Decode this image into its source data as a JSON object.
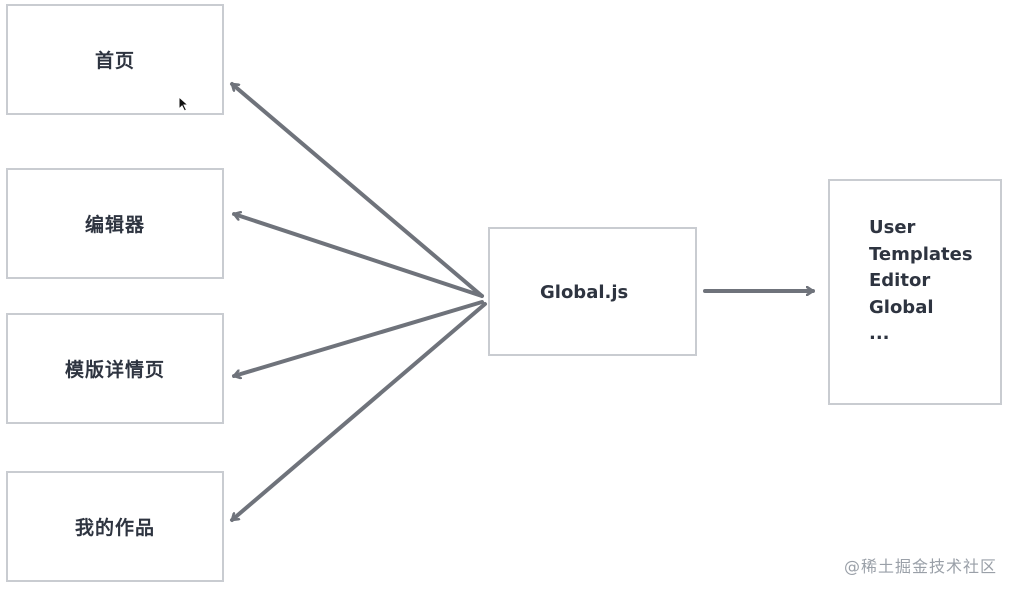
{
  "pages": [
    {
      "id": "home",
      "label": "首页"
    },
    {
      "id": "editor",
      "label": "编辑器"
    },
    {
      "id": "template-detail",
      "label": "模版详情页"
    },
    {
      "id": "my-works",
      "label": "我的作品"
    }
  ],
  "global_module": {
    "label": "Global.js"
  },
  "store_modules": {
    "items": [
      "User",
      "Templates",
      "Editor",
      "Global",
      "..."
    ]
  },
  "watermark": {
    "text": "@稀土掘金技术社区"
  },
  "colors": {
    "arrow": "#6f737b",
    "box_border": "#c9ccd1",
    "text": "#2e3440"
  }
}
